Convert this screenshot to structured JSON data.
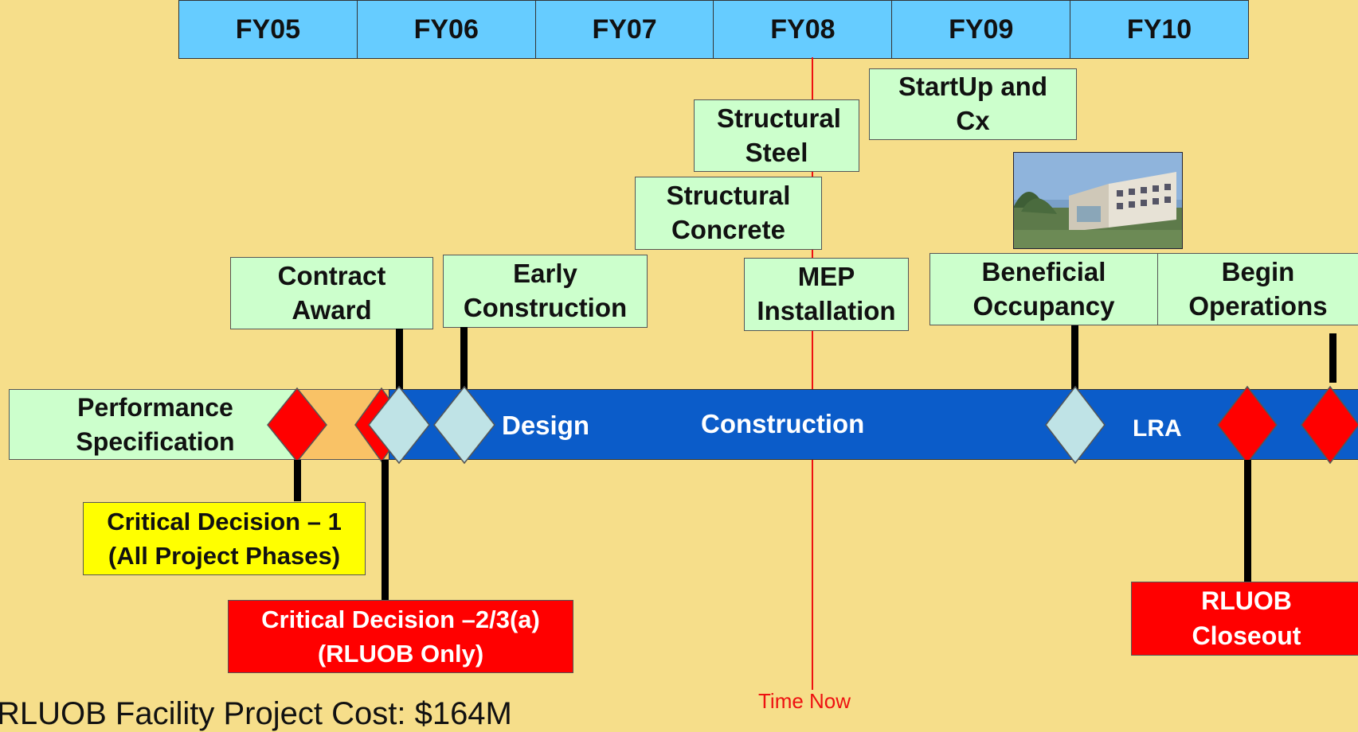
{
  "fiscal_years": [
    "FY05",
    "FY06",
    "FY07",
    "FY08",
    "FY09",
    "FY10"
  ],
  "milestones": {
    "startup": "StartUp and Cx",
    "structural_steel": "Structural Steel",
    "structural_concrete": "Structural Concrete",
    "contract_award": "Contract Award",
    "early_construction": "Early Construction",
    "mep_installation": "MEP Installation",
    "beneficial_occupancy": "Beneficial Occupancy",
    "begin_operations": "Begin Operations"
  },
  "bar": {
    "performance_spec": "Performance Specification",
    "design": "Design",
    "construction": "Construction",
    "lra": "LRA"
  },
  "decisions": {
    "cd1": "Critical Decision – 1 (All Project Phases)",
    "cd23": "Critical Decision –2/3(a) (RLUOB Only)",
    "closeout": "RLUOB Closeout"
  },
  "time_now": "Time Now",
  "cost_text": "RLUOB Facility Project Cost: $164M",
  "colors": {
    "background": "#f6de8a",
    "fy_bar": "#66ccff",
    "milestone_box": "#ccffcc",
    "timeline": "#0b5cc9",
    "critical_red": "#ff0000",
    "diamond_light": "#bfe3e6",
    "cd1_box": "#ffff00",
    "prephase": "#f9c266"
  }
}
